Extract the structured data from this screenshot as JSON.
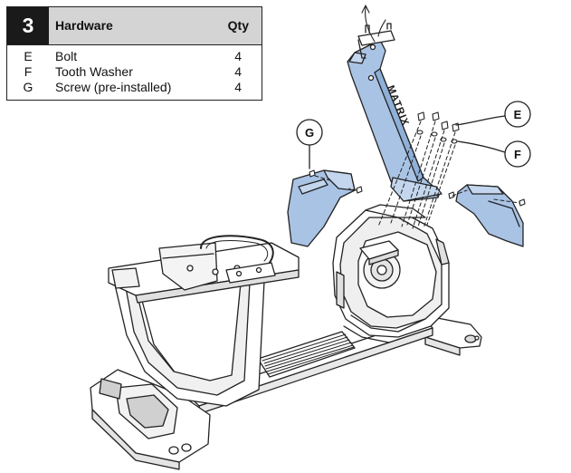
{
  "step": {
    "number": "3"
  },
  "hardware_table": {
    "header_hardware": "Hardware",
    "header_qty": "Qty",
    "items": [
      {
        "code": "E",
        "name": "Bolt",
        "qty": "4"
      },
      {
        "code": "F",
        "name": "Tooth Washer",
        "qty": "4"
      },
      {
        "code": "G",
        "name": "Screw (pre-installed)",
        "qty": "4"
      }
    ]
  },
  "callouts": {
    "E": "E",
    "F": "F",
    "G": "G"
  },
  "brand_logo": "MATRIX",
  "colors": {
    "part_highlight": "#a9c3e4",
    "line": "#222222",
    "header_bg": "#d4d4d4",
    "step_bg": "#1a1a1a"
  }
}
